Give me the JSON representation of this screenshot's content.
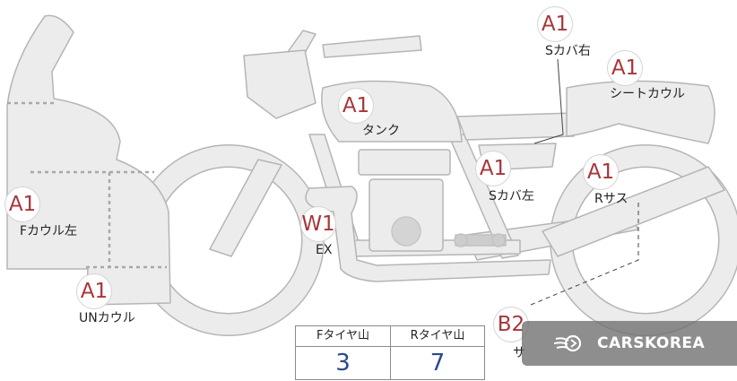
{
  "parts": [
    {
      "id": "s-cover-right",
      "code": "A1",
      "label": "Sカバ右"
    },
    {
      "id": "seat-cowl",
      "code": "A1",
      "label": "シートカウル"
    },
    {
      "id": "tank",
      "code": "A1",
      "label": "タンク"
    },
    {
      "id": "s-cover-left",
      "code": "A1",
      "label": "Sカバ左"
    },
    {
      "id": "rear-suspension",
      "code": "A1",
      "label": "Rサス"
    },
    {
      "id": "front-cowl-left",
      "code": "A1",
      "label": "Fカウル左"
    },
    {
      "id": "exhaust",
      "code": "W1",
      "label": "EX"
    },
    {
      "id": "under-cowl",
      "code": "A1",
      "label": "UNカウル"
    },
    {
      "id": "sub",
      "code": "B2",
      "label": "サ"
    }
  ],
  "tire_table": {
    "front_header": "Fタイヤ山",
    "rear_header": "Rタイヤ山",
    "front_value": "3",
    "rear_value": "7"
  },
  "brand": {
    "name": "CARSKOREA"
  },
  "colors": {
    "marker_text": "#a8363a",
    "tire_value": "#2b4a8c",
    "shape_fill": "#ececec",
    "shape_stroke": "#b5b5b5"
  }
}
